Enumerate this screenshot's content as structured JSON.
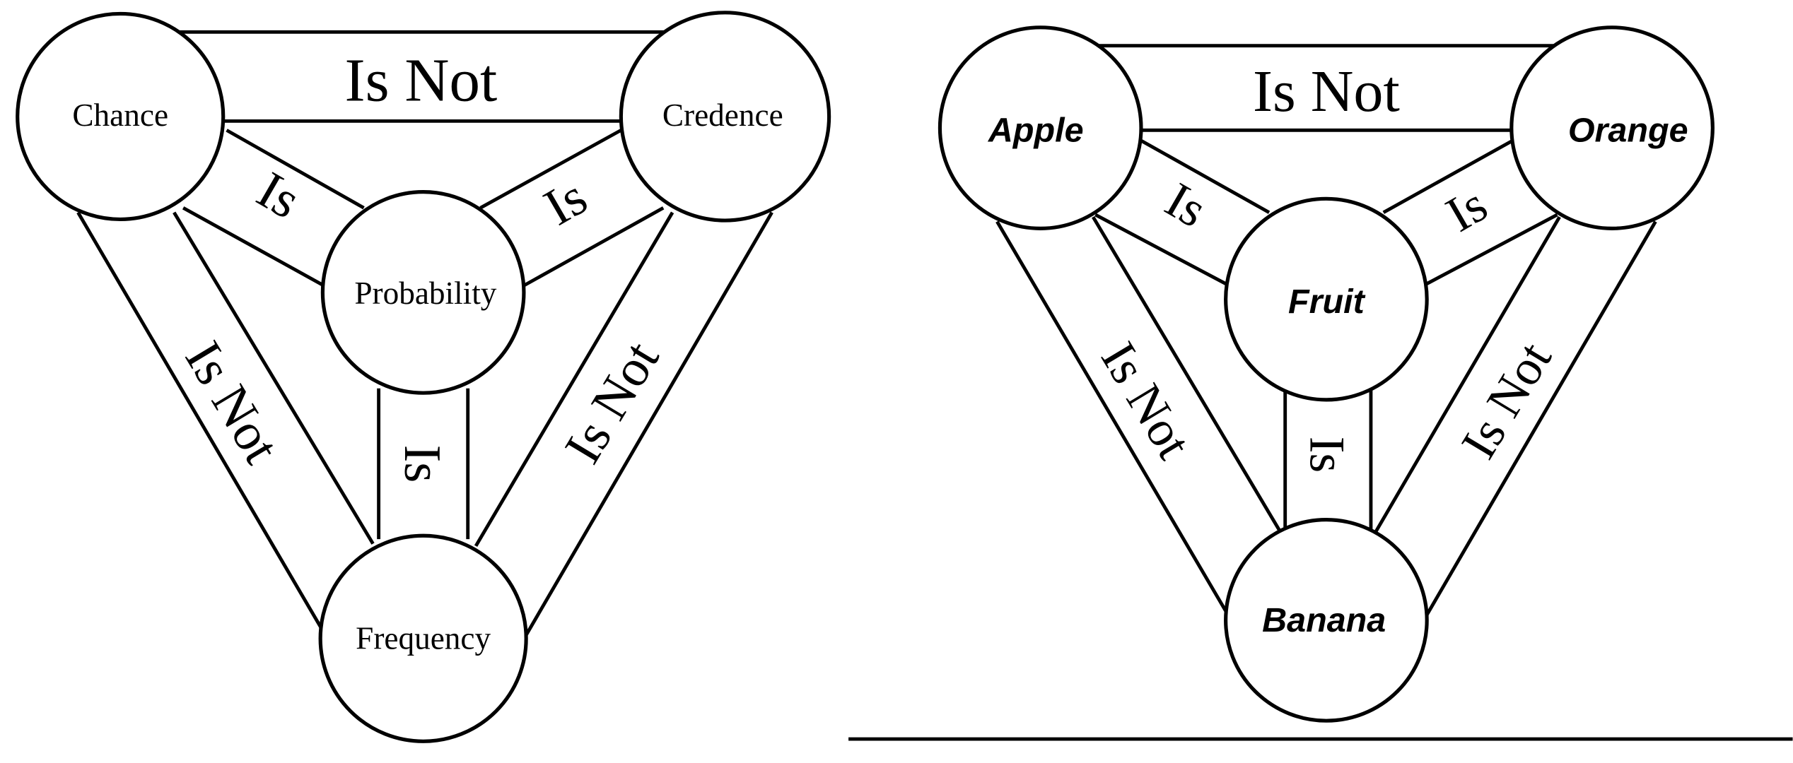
{
  "diagrams": [
    {
      "name": "probability-triangle",
      "nodes": {
        "top_left": "Chance",
        "top_right": "Credence",
        "center": "Probability",
        "bottom": "Frequency"
      },
      "edges": {
        "top": "Is Not",
        "left_outer": "Is Not",
        "right_outer": "Is Not",
        "left_inner": "Is",
        "right_inner": "Is",
        "center_down": "Is"
      }
    },
    {
      "name": "fruit-triangle",
      "nodes": {
        "top_left": "Apple",
        "top_right": "Orange",
        "center": "Fruit",
        "bottom": "Banana"
      },
      "edges": {
        "top": "Is Not",
        "left_outer": "Is Not",
        "right_outer": "Is Not",
        "left_inner": "Is",
        "right_inner": "Is",
        "center_down": "Is"
      }
    }
  ]
}
